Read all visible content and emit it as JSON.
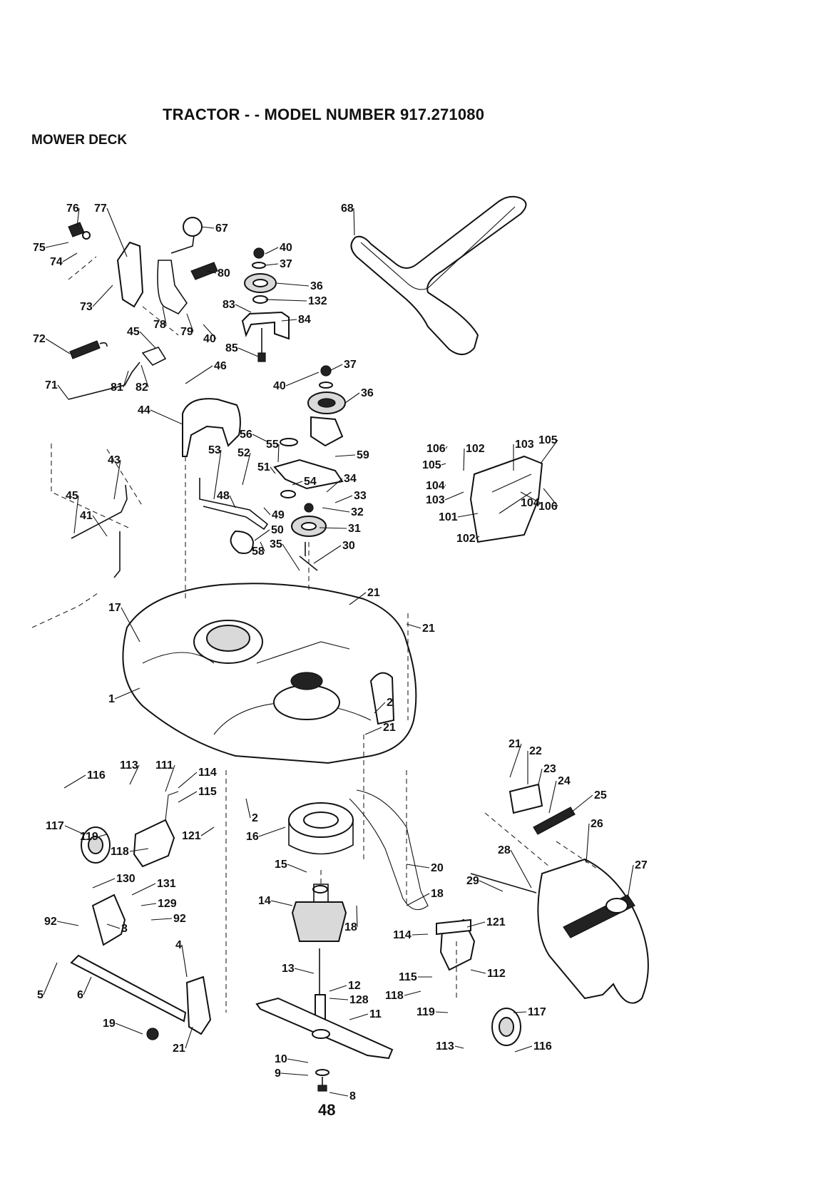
{
  "header": {
    "title": "TRACTOR - - MODEL NUMBER 917.271080",
    "section": "MOWER DECK"
  },
  "footer": {
    "page_number": "48"
  },
  "callouts": [
    {
      "id": "c1",
      "label": "76"
    },
    {
      "id": "c2",
      "label": "77"
    },
    {
      "id": "c3",
      "label": "75"
    },
    {
      "id": "c4",
      "label": "74"
    },
    {
      "id": "c5",
      "label": "73"
    },
    {
      "id": "c6",
      "label": "72"
    },
    {
      "id": "c7",
      "label": "71"
    },
    {
      "id": "c8",
      "label": "81"
    },
    {
      "id": "c9",
      "label": "82"
    },
    {
      "id": "c10",
      "label": "45"
    },
    {
      "id": "c11",
      "label": "78"
    },
    {
      "id": "c12",
      "label": "79"
    },
    {
      "id": "c13",
      "label": "40"
    },
    {
      "id": "c14",
      "label": "80"
    },
    {
      "id": "c15",
      "label": "67"
    },
    {
      "id": "c16",
      "label": "46"
    },
    {
      "id": "c17",
      "label": "44"
    },
    {
      "id": "c18",
      "label": "40"
    },
    {
      "id": "c19",
      "label": "37"
    },
    {
      "id": "c20",
      "label": "36"
    },
    {
      "id": "c21",
      "label": "132"
    },
    {
      "id": "c22",
      "label": "83"
    },
    {
      "id": "c23",
      "label": "84"
    },
    {
      "id": "c24",
      "label": "85"
    },
    {
      "id": "c25",
      "label": "68"
    },
    {
      "id": "c26",
      "label": "37"
    },
    {
      "id": "c27",
      "label": "40"
    },
    {
      "id": "c28",
      "label": "36"
    },
    {
      "id": "c29",
      "label": "56"
    },
    {
      "id": "c30",
      "label": "55"
    },
    {
      "id": "c31",
      "label": "53"
    },
    {
      "id": "c32",
      "label": "52"
    },
    {
      "id": "c33",
      "label": "51"
    },
    {
      "id": "c34",
      "label": "59"
    },
    {
      "id": "c35",
      "label": "34"
    },
    {
      "id": "c36",
      "label": "54"
    },
    {
      "id": "c37",
      "label": "33"
    },
    {
      "id": "c38",
      "label": "32"
    },
    {
      "id": "c39",
      "label": "48"
    },
    {
      "id": "c40",
      "label": "49"
    },
    {
      "id": "c41",
      "label": "50"
    },
    {
      "id": "c42",
      "label": "31"
    },
    {
      "id": "c43",
      "label": "30"
    },
    {
      "id": "c44",
      "label": "58"
    },
    {
      "id": "c45",
      "label": "35"
    },
    {
      "id": "c46",
      "label": "43"
    },
    {
      "id": "c47",
      "label": "45"
    },
    {
      "id": "c48",
      "label": "41"
    },
    {
      "id": "c49",
      "label": "17"
    },
    {
      "id": "c50",
      "label": "21"
    },
    {
      "id": "c51",
      "label": "21"
    },
    {
      "id": "c52",
      "label": "1"
    },
    {
      "id": "c53",
      "label": "2"
    },
    {
      "id": "c54",
      "label": "21"
    },
    {
      "id": "c55",
      "label": "106"
    },
    {
      "id": "c56",
      "label": "102"
    },
    {
      "id": "c57",
      "label": "103"
    },
    {
      "id": "c58",
      "label": "105"
    },
    {
      "id": "c59",
      "label": "105"
    },
    {
      "id": "c60",
      "label": "104"
    },
    {
      "id": "c61",
      "label": "103"
    },
    {
      "id": "c62",
      "label": "101"
    },
    {
      "id": "c63",
      "label": "104"
    },
    {
      "id": "c64",
      "label": "106"
    },
    {
      "id": "c65",
      "label": "102"
    },
    {
      "id": "c66",
      "label": "116"
    },
    {
      "id": "c67",
      "label": "113"
    },
    {
      "id": "c68",
      "label": "111"
    },
    {
      "id": "c69",
      "label": "114"
    },
    {
      "id": "c70",
      "label": "115"
    },
    {
      "id": "c71",
      "label": "117"
    },
    {
      "id": "c72",
      "label": "119"
    },
    {
      "id": "c73",
      "label": "121"
    },
    {
      "id": "c74",
      "label": "118"
    },
    {
      "id": "c75",
      "label": "2"
    },
    {
      "id": "c76",
      "label": "16"
    },
    {
      "id": "c77",
      "label": "15"
    },
    {
      "id": "c78",
      "label": "14"
    },
    {
      "id": "c79",
      "label": "130"
    },
    {
      "id": "c80",
      "label": "131"
    },
    {
      "id": "c81",
      "label": "129"
    },
    {
      "id": "c82",
      "label": "92"
    },
    {
      "id": "c83",
      "label": "92"
    },
    {
      "id": "c84",
      "label": "3"
    },
    {
      "id": "c85",
      "label": "4"
    },
    {
      "id": "c86",
      "label": "5"
    },
    {
      "id": "c87",
      "label": "6"
    },
    {
      "id": "c88",
      "label": "19"
    },
    {
      "id": "c89",
      "label": "21"
    },
    {
      "id": "c90",
      "label": "13"
    },
    {
      "id": "c91",
      "label": "12"
    },
    {
      "id": "c92",
      "label": "128"
    },
    {
      "id": "c93",
      "label": "11"
    },
    {
      "id": "c94",
      "label": "10"
    },
    {
      "id": "c95",
      "label": "9"
    },
    {
      "id": "c96",
      "label": "8"
    },
    {
      "id": "c97",
      "label": "20"
    },
    {
      "id": "c98",
      "label": "18"
    },
    {
      "id": "c99",
      "label": "18"
    },
    {
      "id": "c100",
      "label": "21"
    },
    {
      "id": "c101",
      "label": "22"
    },
    {
      "id": "c102",
      "label": "23"
    },
    {
      "id": "c103",
      "label": "24"
    },
    {
      "id": "c104",
      "label": "25"
    },
    {
      "id": "c105",
      "label": "26"
    },
    {
      "id": "c106",
      "label": "28"
    },
    {
      "id": "c107",
      "label": "27"
    },
    {
      "id": "c108",
      "label": "29"
    },
    {
      "id": "c109",
      "label": "114"
    },
    {
      "id": "c110",
      "label": "121"
    },
    {
      "id": "c111",
      "label": "112"
    },
    {
      "id": "c112",
      "label": "115"
    },
    {
      "id": "c113",
      "label": "118"
    },
    {
      "id": "c114",
      "label": "119"
    },
    {
      "id": "c115",
      "label": "117"
    },
    {
      "id": "c116",
      "label": "113"
    },
    {
      "id": "c117",
      "label": "116"
    }
  ]
}
